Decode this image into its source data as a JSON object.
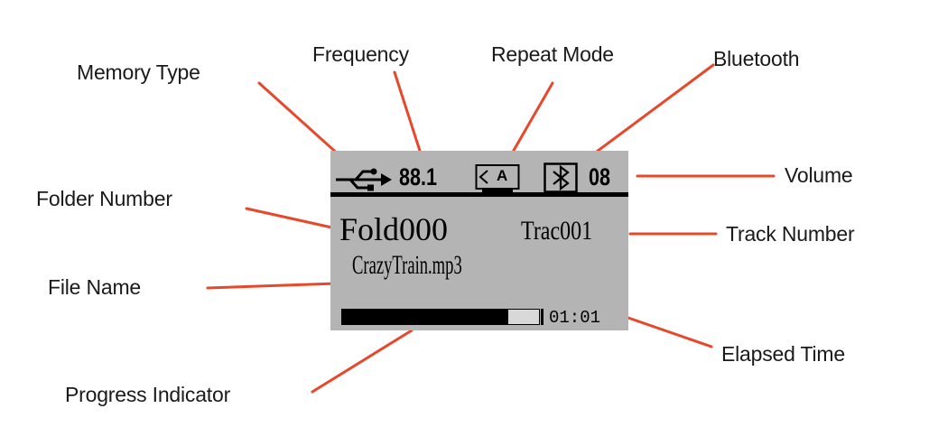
{
  "callouts": {
    "memory_type": "Memory Type",
    "frequency": "Frequency",
    "repeat_mode": "Repeat Mode",
    "bluetooth": "Bluetooth",
    "volume": "Volume",
    "folder_number": "Folder Number",
    "track_number": "Track Number",
    "file_name": "File Name",
    "elapsed_time": "Elapsed Time",
    "progress_indicator": "Progress Indicator"
  },
  "display": {
    "frequency": "88.1",
    "repeat_letter": "A",
    "volume": "08",
    "folder": "Fold000",
    "track": "Trac001",
    "file_name": "CrazyTrain.mp3",
    "elapsed": "01:01",
    "progress": 0.84
  },
  "icons": {
    "memory": "usb-icon",
    "repeat": "repeat-icon",
    "bluetooth": "bluetooth-icon"
  },
  "colors": {
    "leader_line": "#e8482a",
    "lcd_background": "#b4b4b4",
    "lcd_ink": "#000000"
  }
}
